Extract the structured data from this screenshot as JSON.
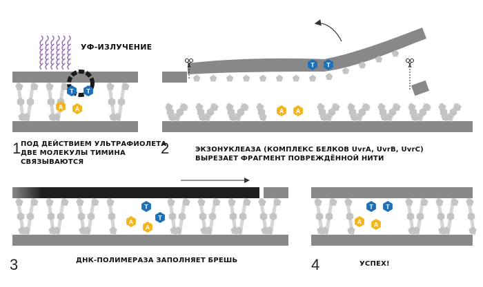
{
  "panels": [
    {
      "number": "1",
      "uv_label": "УФ-ИЗЛУЧЕНИЕ",
      "caption": [
        "ПОД ДЕЙСТВИЕМ УЛЬТРАФИОЛЕТА",
        "ДВЕ МОЛЕКУЛЫ ТИМИНА",
        "СВЯЗЫВАЮТСЯ"
      ]
    },
    {
      "number": "2",
      "caption": [
        "ЭКЗОНУКЛЕАЗА (КОМПЛЕКС БЕЛКОВ UvrA, UvrB, UvrC)",
        "ВЫРЕЗАЕТ ФРАГМЕНТ ПОВРЕЖДЁННОЙ НИТИ"
      ]
    },
    {
      "number": "3",
      "caption": [
        "ДНК-ПОЛИМЕРАЗА ЗАПОЛНЯЕТ БРЕШЬ"
      ]
    },
    {
      "number": "4",
      "caption": [
        "УСПЕХ!"
      ]
    }
  ],
  "base_labels": {
    "thymine": "T",
    "adenine": "A"
  },
  "colors": {
    "strand": "#888888",
    "base_gray": "#c4c4c4",
    "thymine": "#1f6fb8",
    "adenine": "#f2b51d",
    "polymerase_strand": "#1e1e1e",
    "uv_wave": "#8a5fae"
  }
}
